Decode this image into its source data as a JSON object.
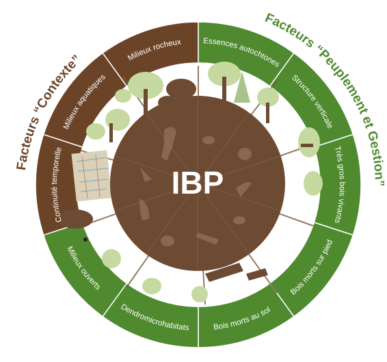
{
  "center_label": "IBP",
  "group_context": {
    "title": "Facteurs “Contexte”",
    "color": "#6b4428"
  },
  "group_stand": {
    "title": "Facteurs “Peuplement et Gestion”",
    "color": "#4f8a2f"
  },
  "segments": [
    {
      "label": "Continuité temporelle",
      "group": "context"
    },
    {
      "label": "Milieux aquatiques",
      "group": "context"
    },
    {
      "label": "Milieux rocheux",
      "group": "context"
    },
    {
      "label": "Essences autochtones",
      "group": "stand"
    },
    {
      "label": "Structure verticale",
      "group": "stand"
    },
    {
      "label": "Très gros bois vivants",
      "group": "stand"
    },
    {
      "label": "Bois morts sur pied",
      "group": "stand"
    },
    {
      "label": "Bois morts au sol",
      "group": "stand"
    },
    {
      "label": "Dendromicrohabitats",
      "group": "stand"
    },
    {
      "label": "Milieux ouverts",
      "group": "stand"
    }
  ],
  "colors": {
    "brown": "#6b4428",
    "green": "#4f8a2f",
    "tree_light": "#c5d9a0",
    "earth": "#6d4a32"
  }
}
